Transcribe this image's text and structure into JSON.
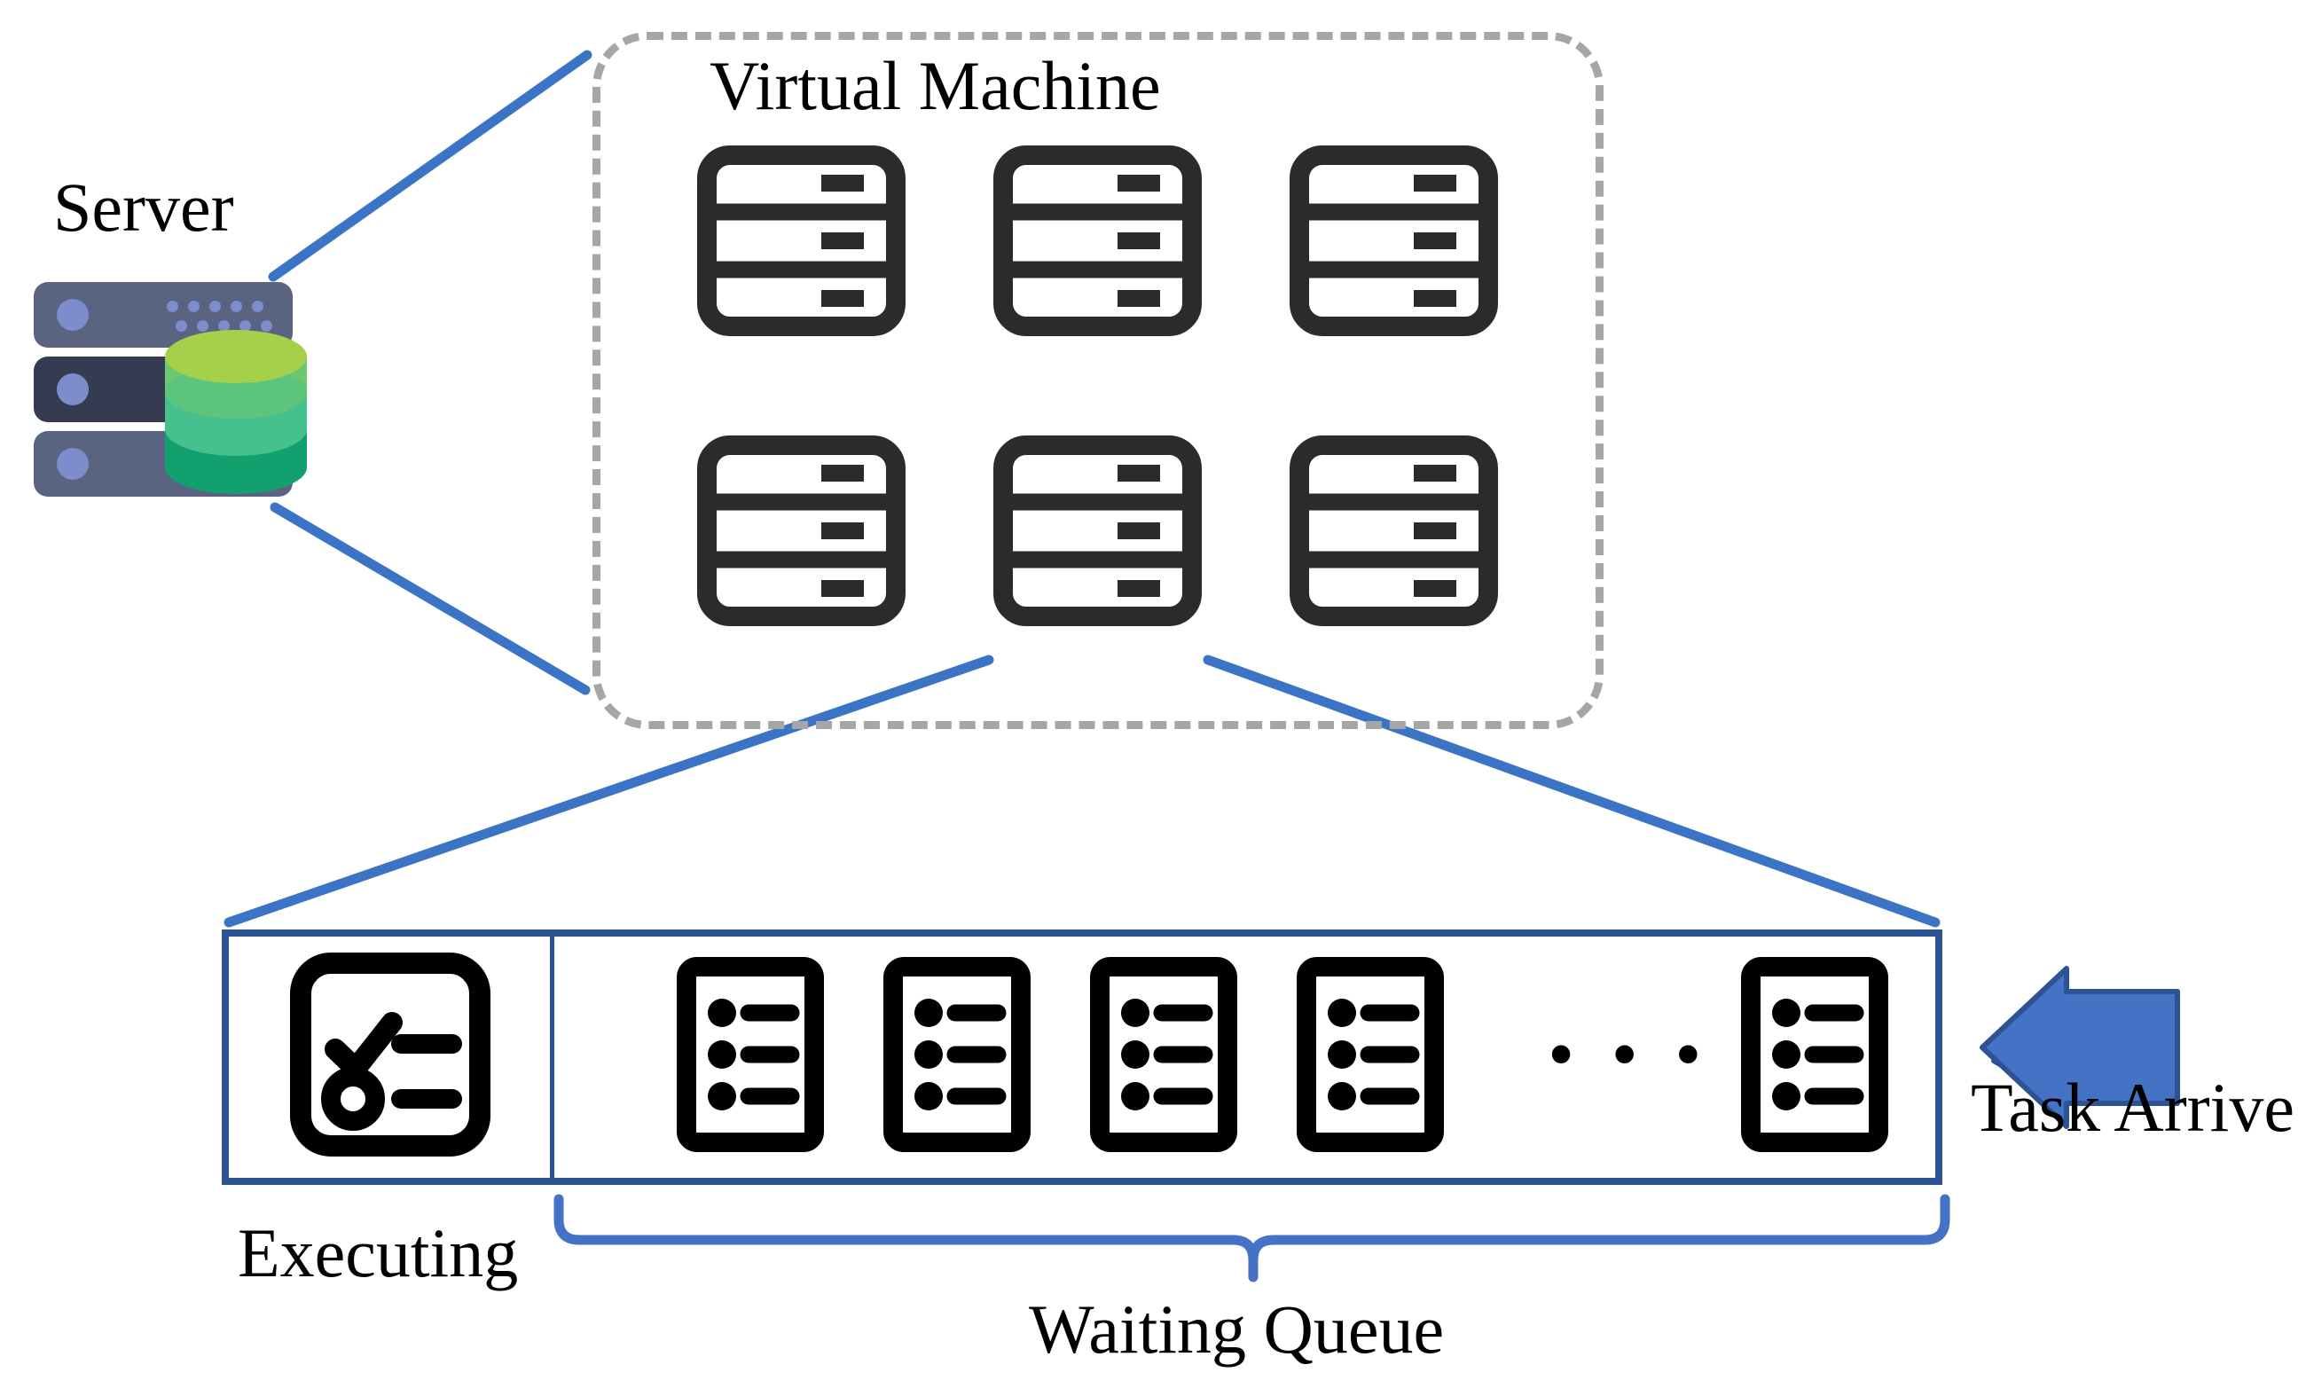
{
  "diagram": {
    "title_server": "Server",
    "title_vm": "Virtual Machine",
    "label_executing": "Executing",
    "label_waiting_queue": "Waiting Queue",
    "label_task_arrive": "Task Arrive",
    "queue_ellipsis": "• • •"
  },
  "colors": {
    "leader_line_blue": "#3b74c4",
    "queue_border_blue": "#2e5395",
    "arrow_blue": "#4472c4",
    "arrow_stroke": "#2e5395",
    "brace_blue": "#4472c4",
    "vm_dashed_gray": "#a6a6a6",
    "icon_dark": "#2b2b2b",
    "task_icon_black": "#000000",
    "server_rack_light": "#5a6480",
    "server_rack_dark": "#353c52",
    "server_dot": "#7d8ccb",
    "db_top": "#a5d04a",
    "db_mid": "#46c08d",
    "db_bottom": "#13a06f"
  },
  "vm_grid": {
    "rows": 2,
    "cols": 3,
    "count": 6,
    "items": [
      {
        "name": "vm-1"
      },
      {
        "name": "vm-2"
      },
      {
        "name": "vm-3"
      },
      {
        "name": "vm-4"
      },
      {
        "name": "vm-5"
      },
      {
        "name": "vm-6"
      }
    ]
  },
  "queue": {
    "executing_slot_count": 1,
    "waiting_task_count": 5,
    "visible_tasks": [
      {
        "name": "task-1"
      },
      {
        "name": "task-2"
      },
      {
        "name": "task-3"
      },
      {
        "name": "task-4"
      },
      {
        "name": "task-last"
      }
    ]
  },
  "server_icon": {
    "rack_units": 3,
    "db_tiers": 3
  }
}
